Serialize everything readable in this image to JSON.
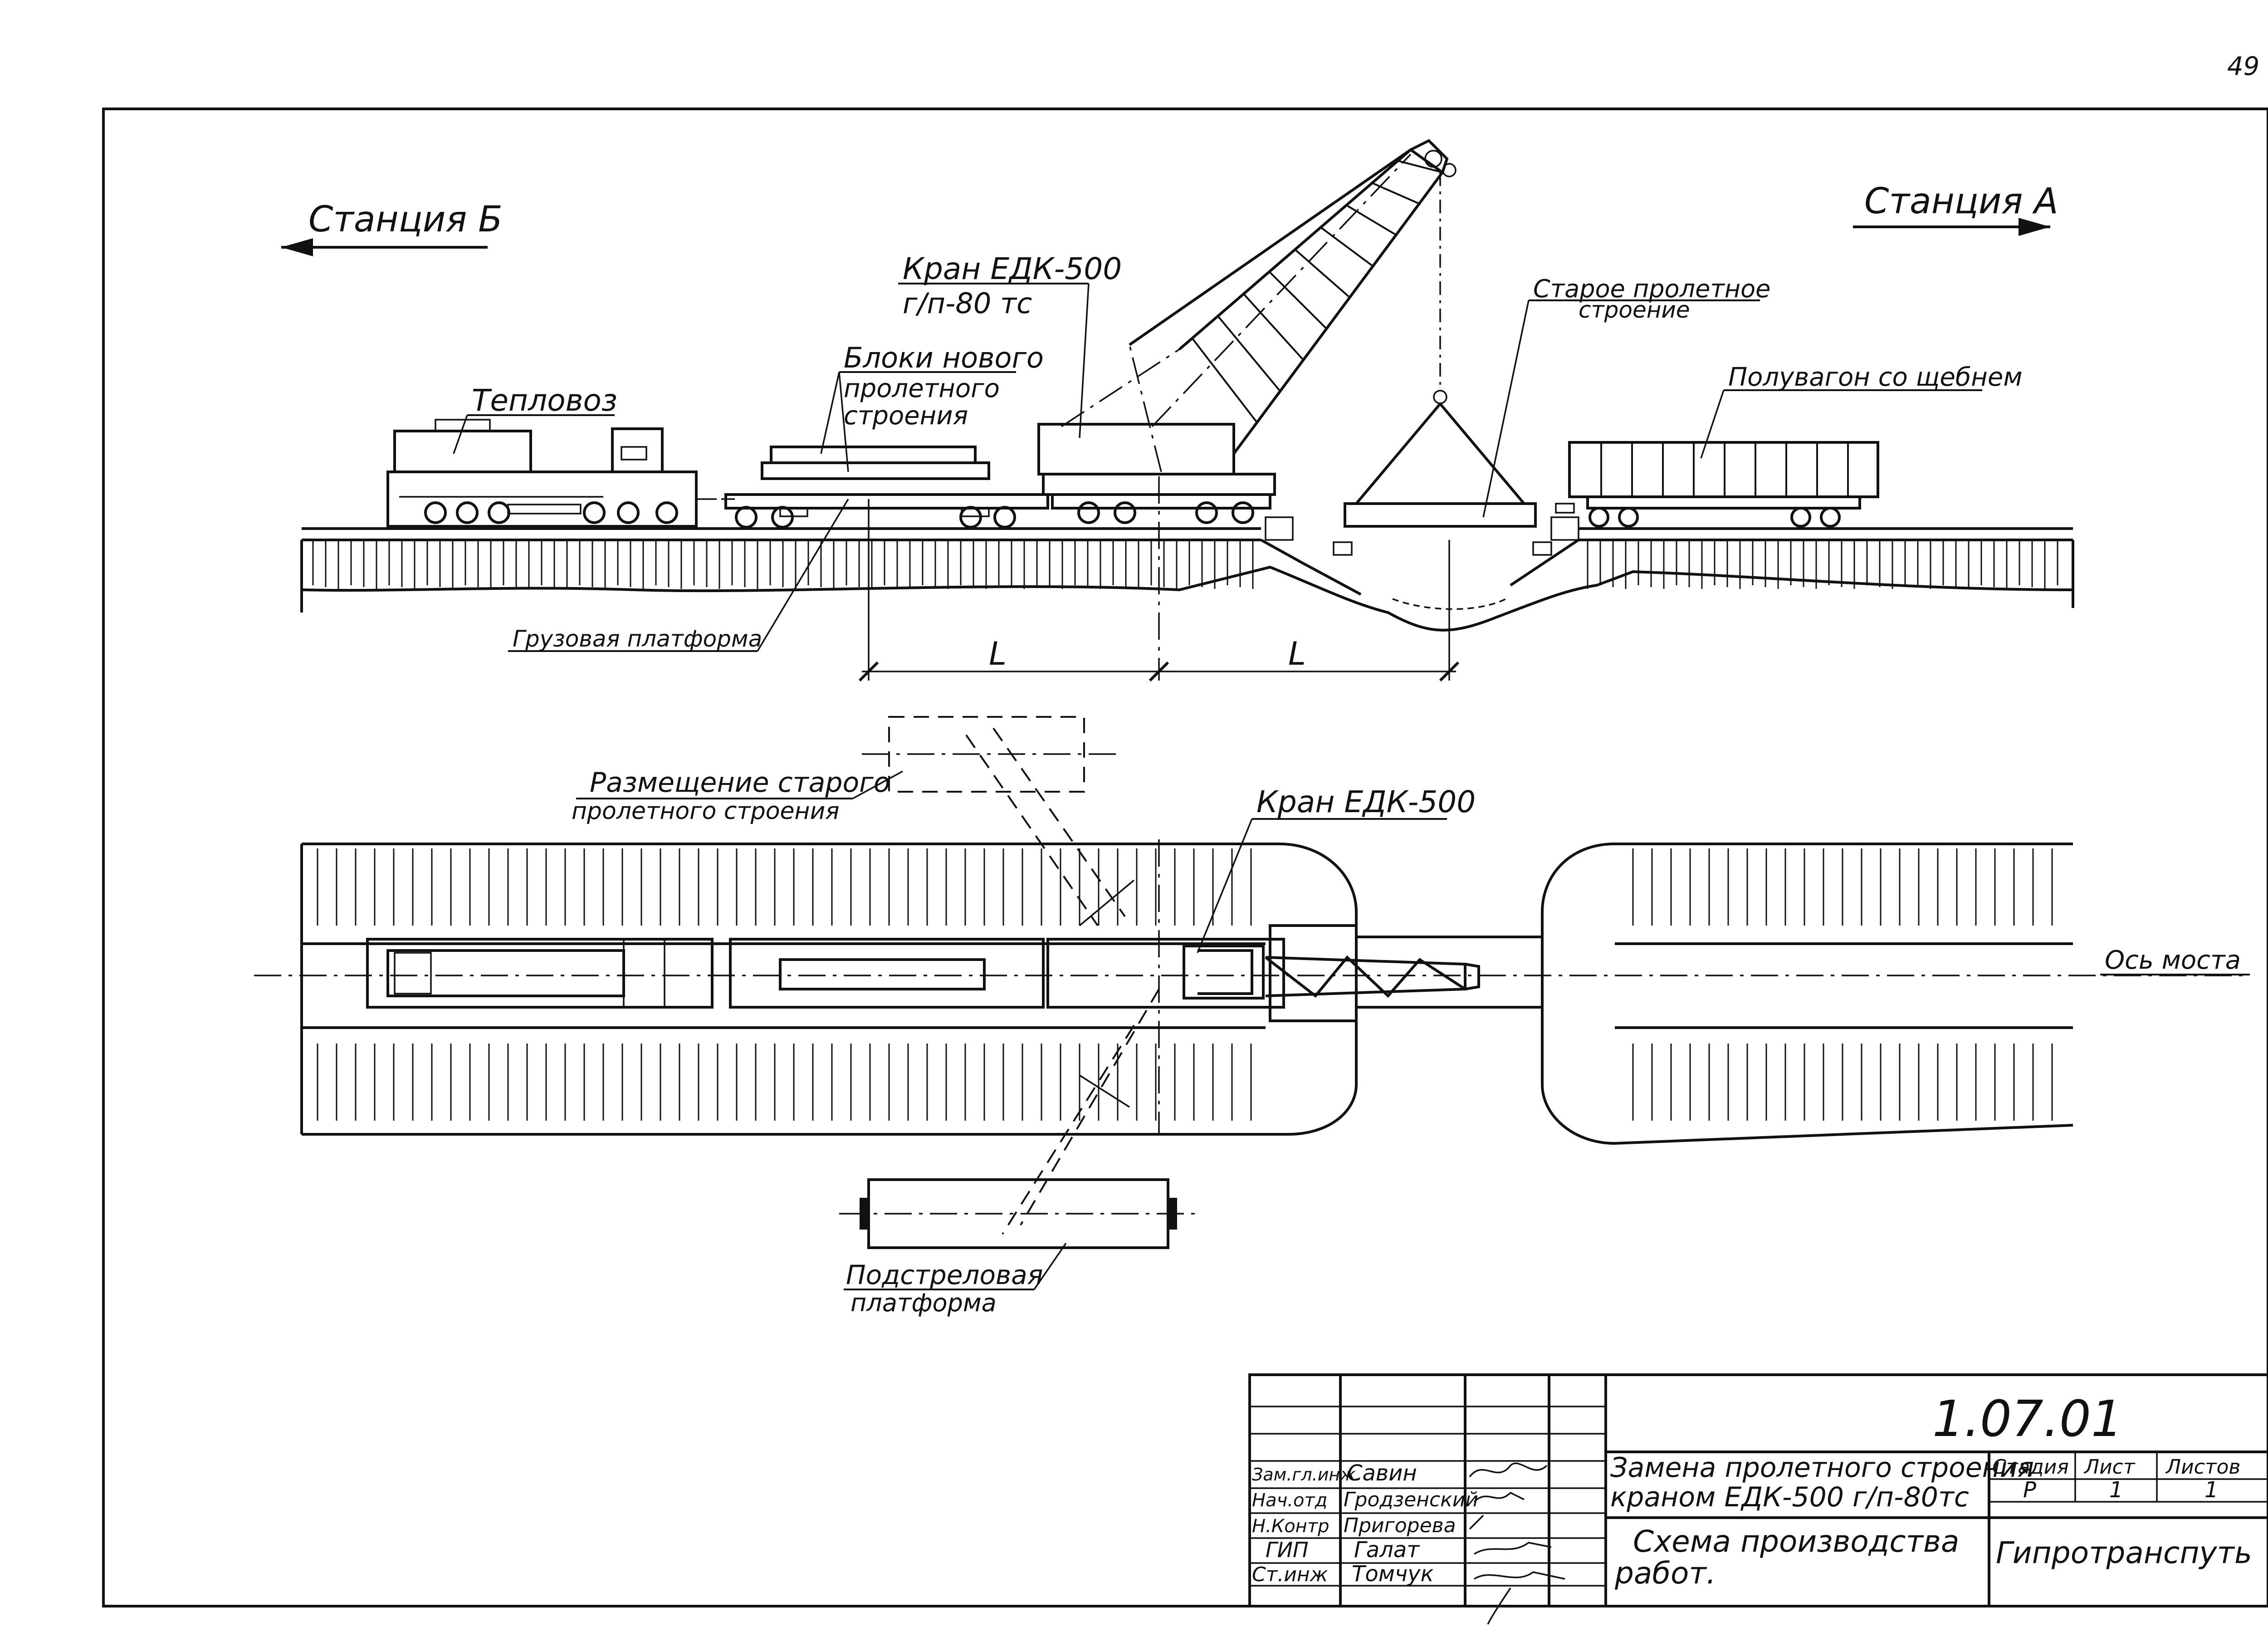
{
  "page_number": "49",
  "stations": {
    "left": "Станция Б",
    "right": "Станция А"
  },
  "labels": {
    "crane_line1": "Кран ЕДК-500",
    "crane_line2": "г/п-80 тс",
    "blocks_line1": "Блоки нового",
    "blocks_line2": "пролетного",
    "blocks_line3": "строения",
    "old_span_line1": "Старое пролетное",
    "old_span_line2": "строение",
    "locomotive": "Тепловоз",
    "gondola": "Полувагон со щебнем",
    "cargo_platform": "Грузовая платформа",
    "dim_left": "L",
    "dim_right": "L",
    "placement_line1": "Размещение старого",
    "placement_line2": "пролетного строения",
    "crane_plan": "Кран ЕДК-500",
    "bridge_axis": "Ось моста",
    "boom_platform_line1": "Подстреловая",
    "boom_platform_line2": "платформа"
  },
  "title_block": {
    "doc_number": "1.07.01",
    "title_line1": "Замена пролетного строения",
    "title_line2": "краном ЕДК-500 г/п-80тс",
    "subtitle_line1": "Схема производства",
    "subtitle_line2": "работ.",
    "headers": {
      "stage": "Стадия",
      "sheet": "Лист",
      "sheets": "Листов"
    },
    "values": {
      "stage": "Р",
      "sheet": "1",
      "sheets": "1"
    },
    "organization": "Гипротранспуть",
    "people": [
      {
        "role": "Зам.гл.инж.",
        "name": "Савин"
      },
      {
        "role": "Нач.отд",
        "name": "Гродзенский"
      },
      {
        "role": "Н.Контр",
        "name": "Пригорева"
      },
      {
        "role": "ГИП",
        "name": "Галат"
      },
      {
        "role": "Ст.инж",
        "name": "Томчук"
      }
    ]
  }
}
